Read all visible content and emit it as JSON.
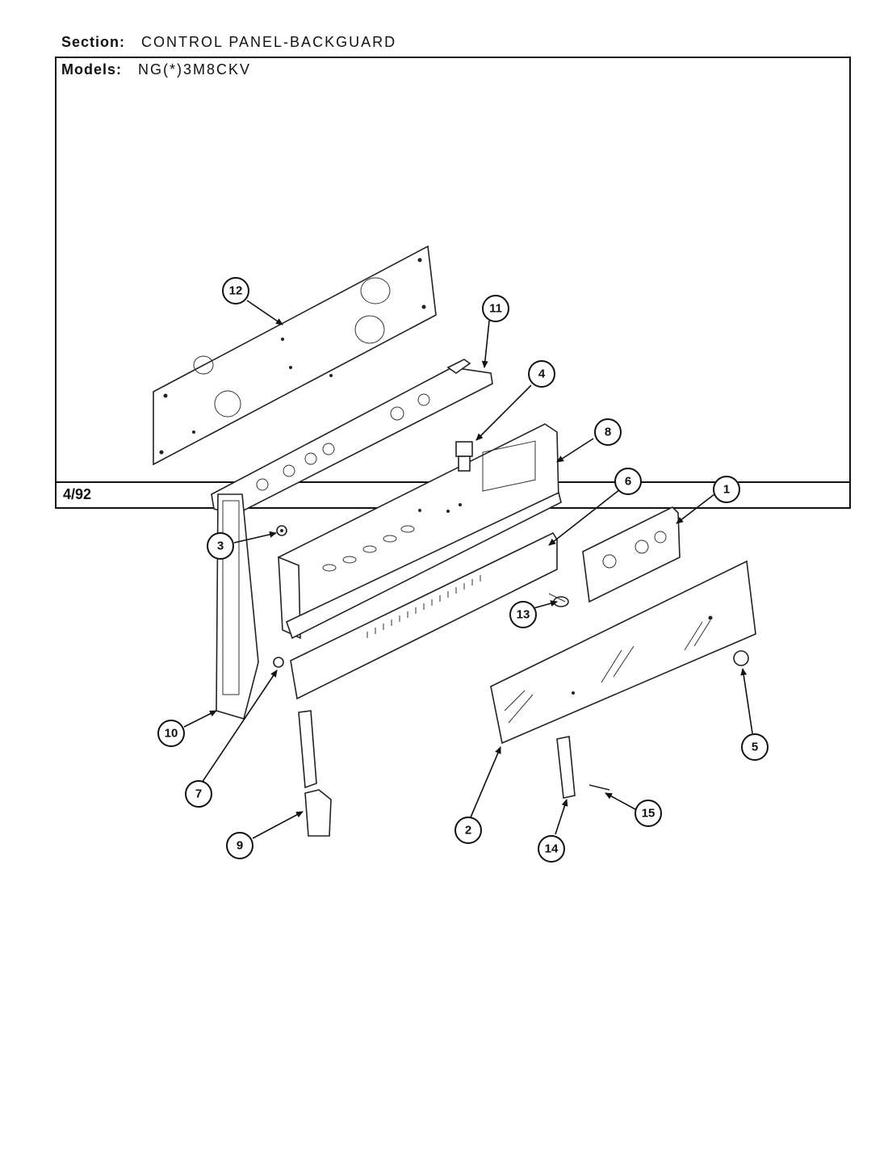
{
  "header": {
    "section_label": "Section:",
    "section_value": "CONTROL PANEL-BACKGUARD",
    "models_label": "Models:",
    "models_value": "NG(*)3M8CKV"
  },
  "footer": {
    "date": "4/92"
  },
  "callouts": [
    "1",
    "2",
    "3",
    "4",
    "5",
    "6",
    "7",
    "8",
    "9",
    "10",
    "11",
    "12",
    "13",
    "14",
    "15"
  ]
}
